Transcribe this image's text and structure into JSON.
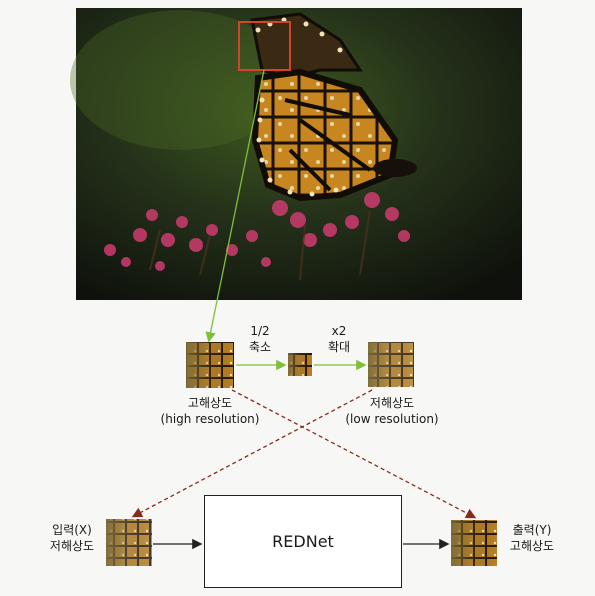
{
  "photo": {
    "subject": "monarch butterfly on pink flowers"
  },
  "steps": {
    "downscale_ratio": "1/2",
    "downscale_word": "축소",
    "upscale_ratio": "x2",
    "upscale_word": "확대"
  },
  "labels": {
    "hr_korean": "고해상도",
    "hr_english": "(high resolution)",
    "lr_korean": "저해상도",
    "lr_english": "(low resolution)",
    "input_line1": "입력(X)",
    "input_line2": "저해상도",
    "output_line1": "출력(Y)",
    "output_line2": "고해상도"
  },
  "model": {
    "name": "REDNet"
  },
  "colors": {
    "crop_box": "#d0452b",
    "green_arrow": "#7fbf3a",
    "dashed_arrow": "#8a2a1c",
    "solid_arrow": "#222222"
  }
}
